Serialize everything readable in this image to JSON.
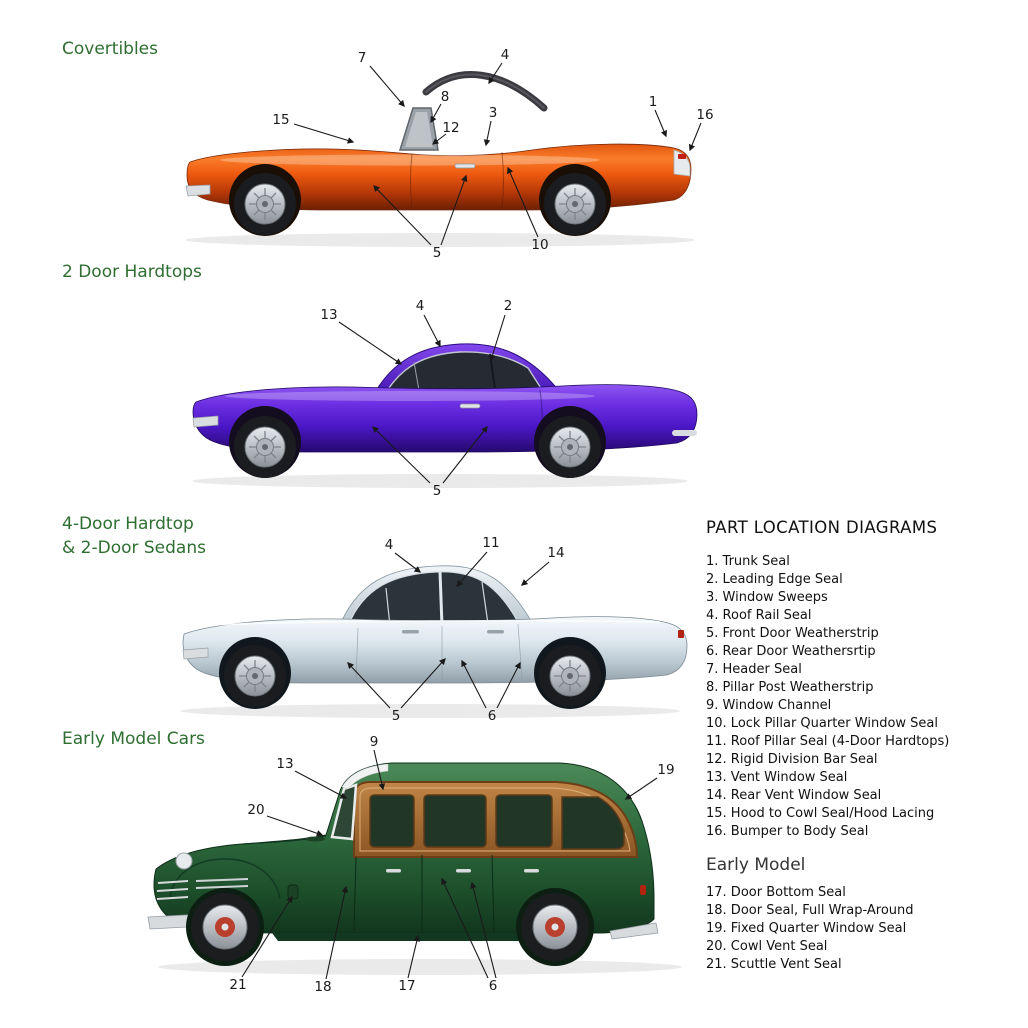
{
  "sections": {
    "convertibles": {
      "label": "Covertibles"
    },
    "two_door_hardtops": {
      "label": "2 Door Hardtops"
    },
    "four_door_hardtop": {
      "label": "4-Door Hardtop\n& 2-Door Sedans"
    },
    "early_model_cars": {
      "label": "Early Model Cars"
    }
  },
  "legend": {
    "title": "PART LOCATION DIAGRAMS",
    "items": [
      "1. Trunk Seal",
      "2. Leading Edge Seal",
      "3. Window Sweeps",
      "4. Roof Rail Seal",
      "5. Front Door Weatherstrip",
      "6. Rear Door Weathersrtip",
      "7. Header Seal",
      "8. Pillar Post Weatherstrip",
      "9. Window Channel",
      "10. Lock Pillar Quarter Window Seal",
      "11. Roof Pillar Seal (4-Door Hardtops)",
      "12. Rigid Division Bar Seal",
      "13. Vent Window Seal",
      "14. Rear Vent Window Seal",
      "15. Hood to Cowl Seal/Hood Lacing",
      "16. Bumper to Body Seal"
    ],
    "early_model_title": "Early Model",
    "early_items": [
      "17. Door Bottom Seal",
      "18. Door Seal, Full Wrap-Around",
      "19. Fixed Quarter Window Seal",
      "20. Cowl Vent Seal",
      "21. Scuttle Vent Seal"
    ]
  },
  "callouts": {
    "convertible": [
      "7",
      "4",
      "8",
      "12",
      "3",
      "1",
      "16",
      "15",
      "5",
      "10"
    ],
    "hardtop2": [
      "13",
      "4",
      "2",
      "5"
    ],
    "hardtop4": [
      "4",
      "11",
      "14",
      "5",
      "6"
    ],
    "early": [
      "9",
      "13",
      "19",
      "20",
      "21",
      "18",
      "17",
      "6"
    ]
  },
  "colors": {
    "heading_green": "#2e6e31",
    "convertible_orange": "#ee5a10",
    "hardtop_purple": "#5a1fd6",
    "sedan_silver": "#dfe9ef",
    "early_green": "#2f6b3e",
    "wood_panel": "#a8682f",
    "callout_text": "#1a1a1a"
  }
}
